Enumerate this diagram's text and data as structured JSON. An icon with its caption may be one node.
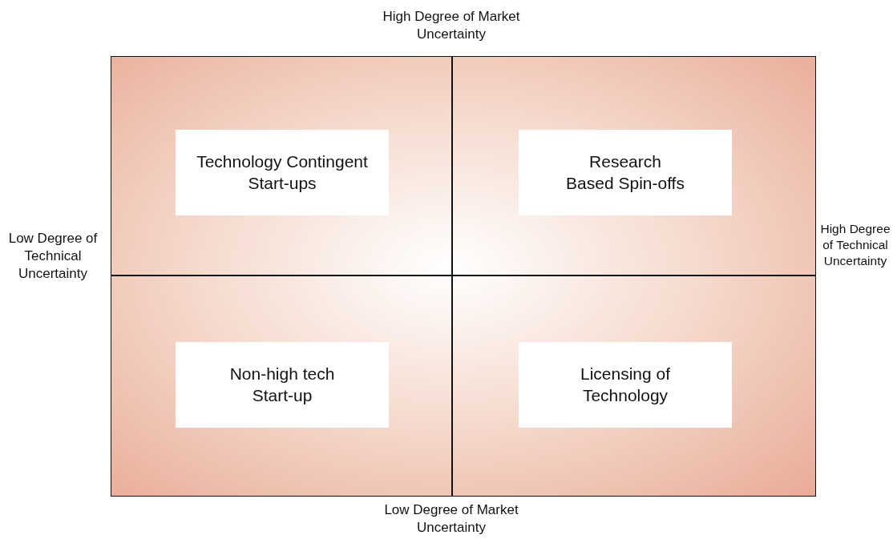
{
  "diagram": {
    "nodes": [
      {
        "text": [
          "Technology Contingent Start-ups"
        ]
      },
      {
        "text": [
          "Research Based Spin-offs"
        ]
      },
      {
        "text": [
          "Non-high tech Start-up"
        ]
      },
      {
        "text": [
          "Licensing of Technology"
        ]
      }
    ],
    "labels": [
      "High Degree of Market Uncertainty",
      "Low Degree of Technical Uncertainty",
      "High Degree of Technical Uncertainty",
      "Low Degree of Market Uncertainty"
    ]
  }
}
